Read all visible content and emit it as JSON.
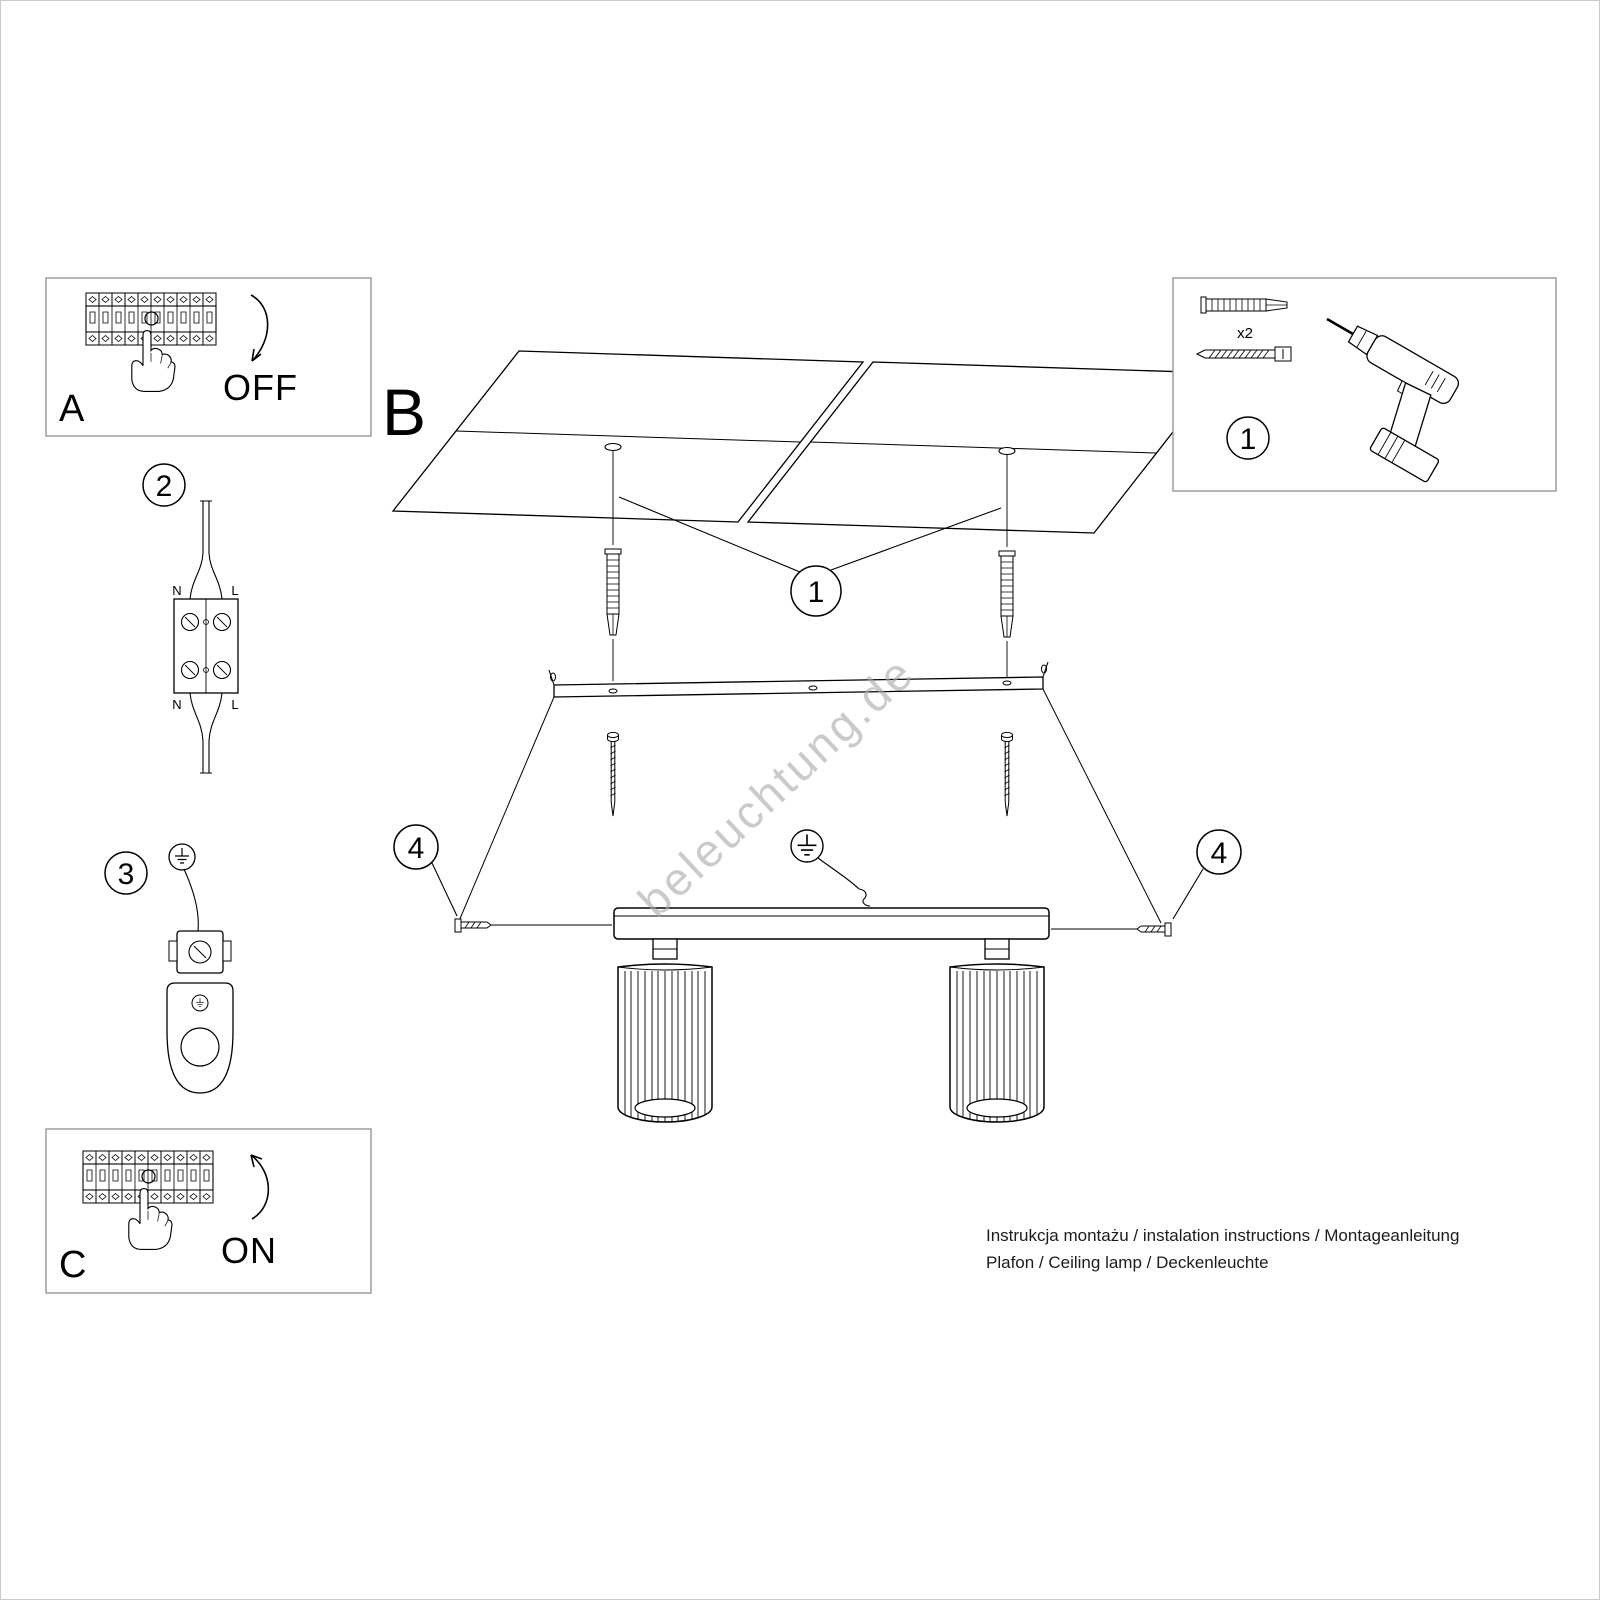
{
  "title_letters": {
    "a": "A",
    "b": "B",
    "c": "C"
  },
  "switch_labels": {
    "off": "OFF",
    "on": "ON"
  },
  "callouts": {
    "one": "1",
    "two": "2",
    "three": "3",
    "four": "4"
  },
  "quantities": {
    "dowels": "x2"
  },
  "terminal_labels": {
    "n": "N",
    "l": "L"
  },
  "watermark": "beleuchtung.de",
  "footer": {
    "line1": "Instrukcja montażu / instalation instructions / Montageanleitung",
    "line2": "Plafon / Ceiling lamp / Deckenleuchte"
  },
  "colors": {
    "line": "#000000",
    "box_border": "#8f8f8f",
    "watermark": "#ababab",
    "background": "#ffffff"
  }
}
